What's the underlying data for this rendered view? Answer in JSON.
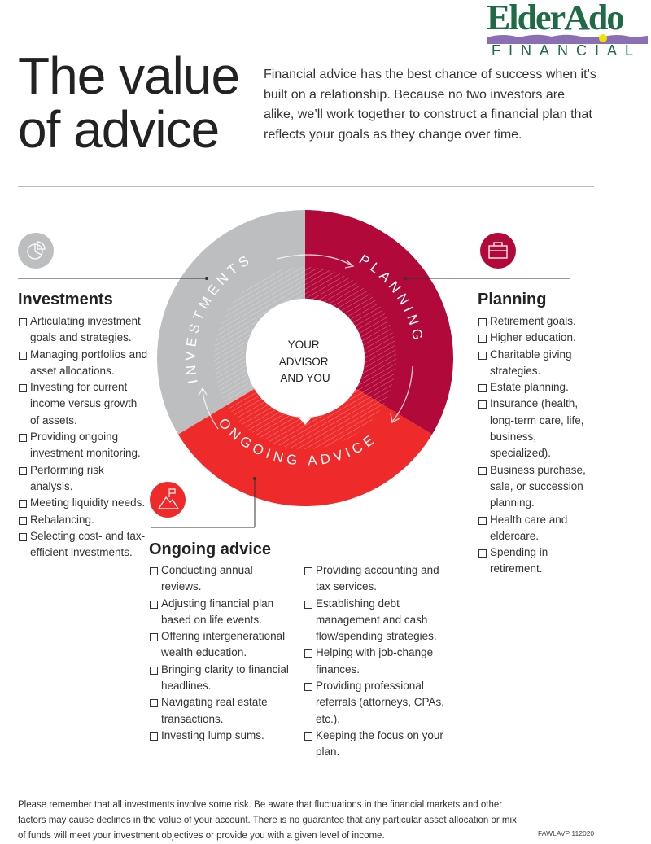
{
  "logo": {
    "name": "ElderAdo",
    "sub": "FINANCIAL"
  },
  "title": [
    "The value",
    "of advice"
  ],
  "intro": "Financial advice has the best chance of success when it’s built on a relationship. Because no two investors are alike, we’ll work together to construct a financial plan that reflects your goals as they change over time.",
  "wheel": {
    "center": [
      "YOUR",
      "ADVISOR",
      "AND YOU"
    ],
    "segments": [
      "INVESTMENTS",
      "PLANNING",
      "ONGOING ADVICE"
    ],
    "colors": {
      "investments": "#bcbec0",
      "planning": "#b0093a",
      "ongoing": "#ee2a2a"
    }
  },
  "investments": {
    "heading": "Investments",
    "items": [
      "Articulating investment goals and strategies.",
      "Managing portfolios and asset allocations.",
      "Investing for current income versus growth of assets.",
      "Providing ongoing investment monitoring.",
      "Performing risk analysis.",
      "Meeting liquidity needs.",
      "Rebalancing.",
      "Selecting cost- and tax-efficient investments."
    ]
  },
  "planning": {
    "heading": "Planning",
    "items": [
      "Retirement goals.",
      "Higher education.",
      "Charitable giving strategies.",
      "Estate planning.",
      "Insurance (health, long-term care, life, business, specialized).",
      "Business purchase, sale, or succession planning.",
      "Health care and eldercare.",
      "Spending in retirement."
    ]
  },
  "ongoing": {
    "heading": "Ongoing advice",
    "col1": [
      "Conducting annual reviews.",
      "Adjusting financial plan based on life events.",
      "Offering intergenerational wealth education.",
      "Bringing clarity to financial headlines.",
      "Navigating real estate transactions.",
      "Investing lump sums."
    ],
    "col2": [
      "Providing accounting and tax services.",
      "Establishing debt management and cash flow/spending strategies.",
      "Helping with job-change finances.",
      "Providing professional referrals (attorneys, CPAs, etc.).",
      "Keeping the focus on your plan."
    ]
  },
  "footer": "Please remember that all investments involve some risk. Be aware that fluctuations in the financial markets and other factors may cause declines in the value of your account. There is no guarantee that any particular asset allocation or mix of funds will meet your investment objectives or provide you with a given level of income.",
  "code": "FAWLAVP 112020"
}
